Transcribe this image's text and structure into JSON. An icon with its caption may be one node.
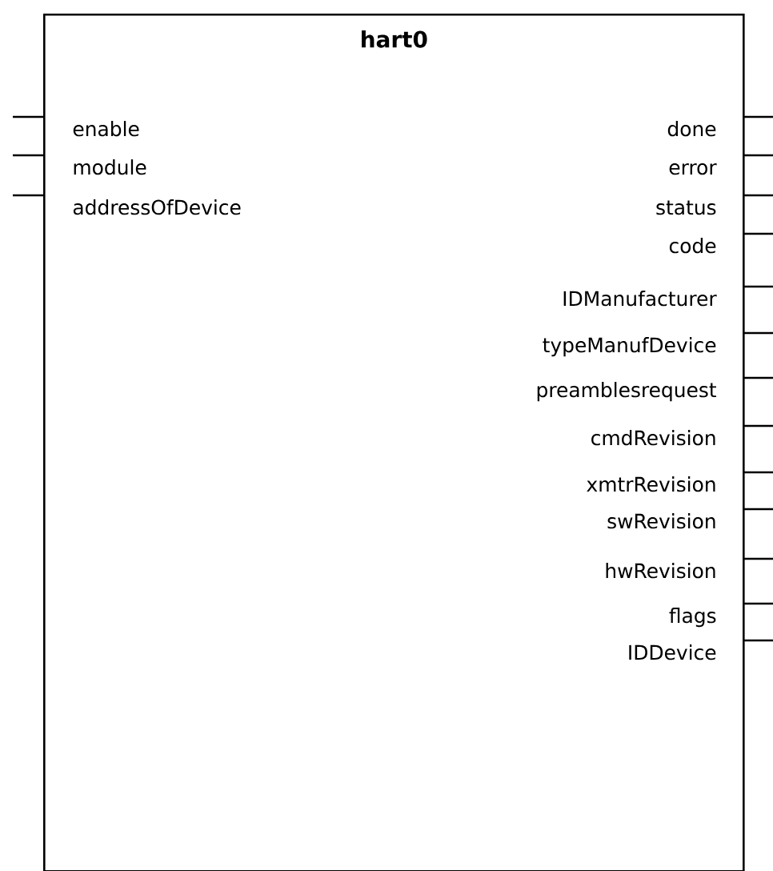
{
  "diagram": {
    "nodes": [
      {
        "text": [
          "hart0"
        ]
      }
    ],
    "labels": [
      "enable",
      "done",
      "module",
      "error",
      "addressOfDevice",
      "status",
      "code",
      "IDManufacturer",
      "typeManufDevice",
      "preamblesrequest",
      "cmdRevision",
      "xmtrRevision",
      "swRevision",
      "hwRevision",
      "flags",
      "IDDevice"
    ]
  }
}
